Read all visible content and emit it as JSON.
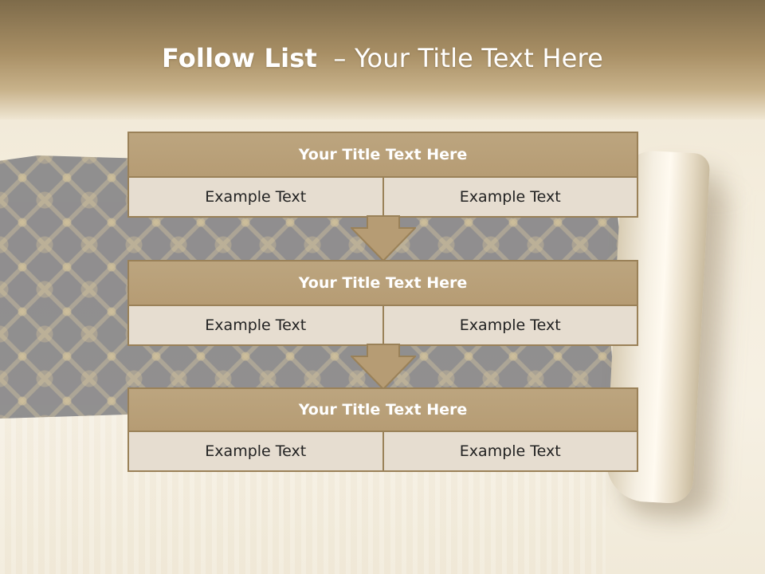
{
  "slide": {
    "title_bold": "Follow List",
    "title_rest": "– Your Title Text Here"
  },
  "blocks": [
    {
      "title": "Your Title Text Here",
      "left": "Example Text",
      "right": "Example Text"
    },
    {
      "title": "Your Title Text Here",
      "left": "Example Text",
      "right": "Example Text"
    },
    {
      "title": "Your Title Text Here",
      "left": "Example Text",
      "right": "Example Text"
    }
  ],
  "colors": {
    "header_brown": "#a88f65",
    "title_fill": "#b69c74",
    "border": "#9a8158",
    "cell_fill": "#e6ddd0"
  },
  "icons": [
    "down-arrow-icon"
  ]
}
